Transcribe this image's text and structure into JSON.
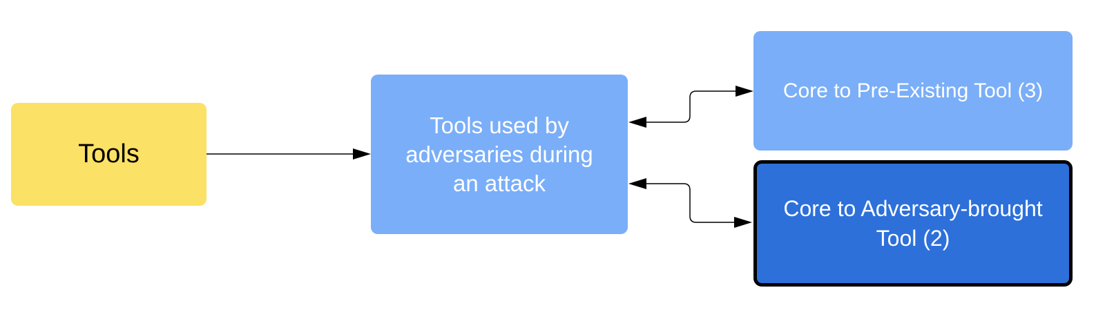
{
  "nodes": {
    "tools": {
      "label": "Tools"
    },
    "middle": {
      "label": "Tools used by adversaries during an attack"
    },
    "preexisting": {
      "label": "Core to Pre-Existing Tool (3)"
    },
    "adversary": {
      "label": "Core to Adversary-brought Tool (2)"
    }
  },
  "colors": {
    "tools_fill": "#fbe165",
    "light_blue_fill": "#7aaef8",
    "dark_blue_fill": "#2d70da",
    "connector": "#000000"
  }
}
